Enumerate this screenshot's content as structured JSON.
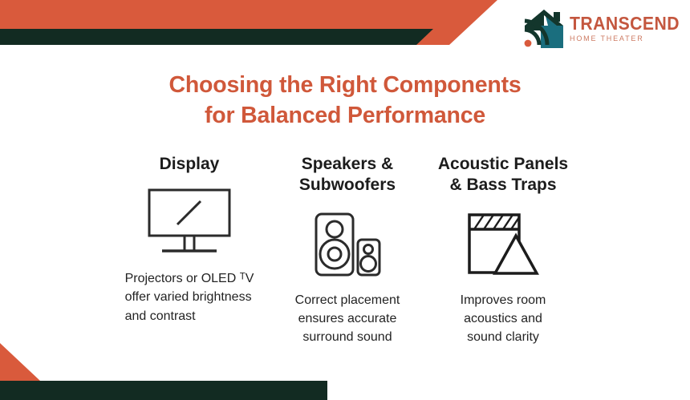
{
  "brand": {
    "logo_icon": "house-wifi-icon",
    "name": "TRANSCEND",
    "tagline": "HOME THEATER",
    "name_color": "#c4573f",
    "tagline_color": "#cd7a62"
  },
  "theme": {
    "orange": "#d95a3c",
    "title_orange": "#d0583a",
    "dark_green": "#122b22",
    "teal": "#1a6e7e",
    "ink": "#1c1c1c",
    "background": "#ffffff"
  },
  "title": {
    "line1": "Choosing the Right Components",
    "line2": "for Balanced Performance"
  },
  "columns": [
    {
      "heading": "Display",
      "icon": "tv-monitor-icon",
      "body_pre": "Projectors or OLED ",
      "body_sup": "T",
      "body_post": "V\noffer varied brightness\nand contrast"
    },
    {
      "heading": "Speakers &\nSubwoofers",
      "icon": "speakers-icon",
      "body": "Correct placement\nensures accurate\nsurround sound"
    },
    {
      "heading": "Acoustic Panels\n& Bass Traps",
      "icon": "acoustic-panel-bass-trap-icon",
      "body": "Improves room\nacoustics and\nsound clarity"
    }
  ]
}
